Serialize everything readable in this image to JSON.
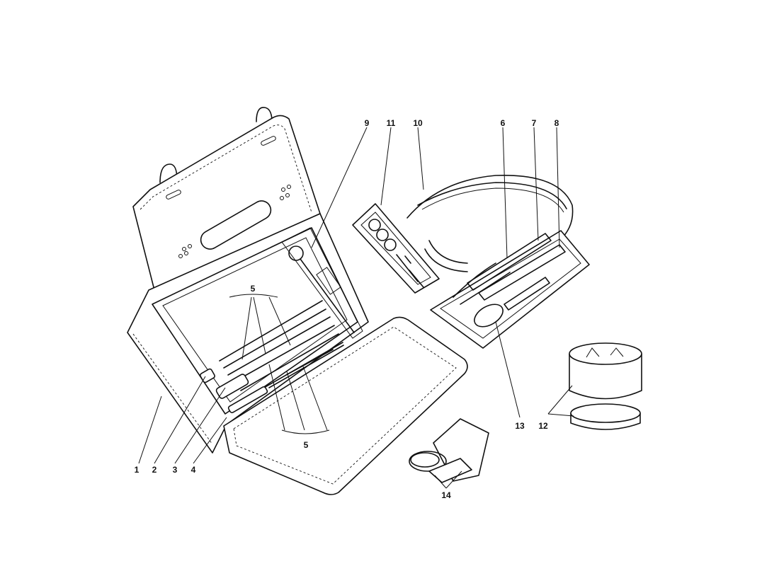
{
  "diagram": {
    "callouts": {
      "c1": "1",
      "c2": "2",
      "c3": "3",
      "c4": "4",
      "c5a": "5",
      "c5b": "5",
      "c6": "6",
      "c7": "7",
      "c8": "8",
      "c9": "9",
      "c10": "10",
      "c11": "11",
      "c12": "12",
      "c13": "13",
      "c14": "14"
    }
  }
}
